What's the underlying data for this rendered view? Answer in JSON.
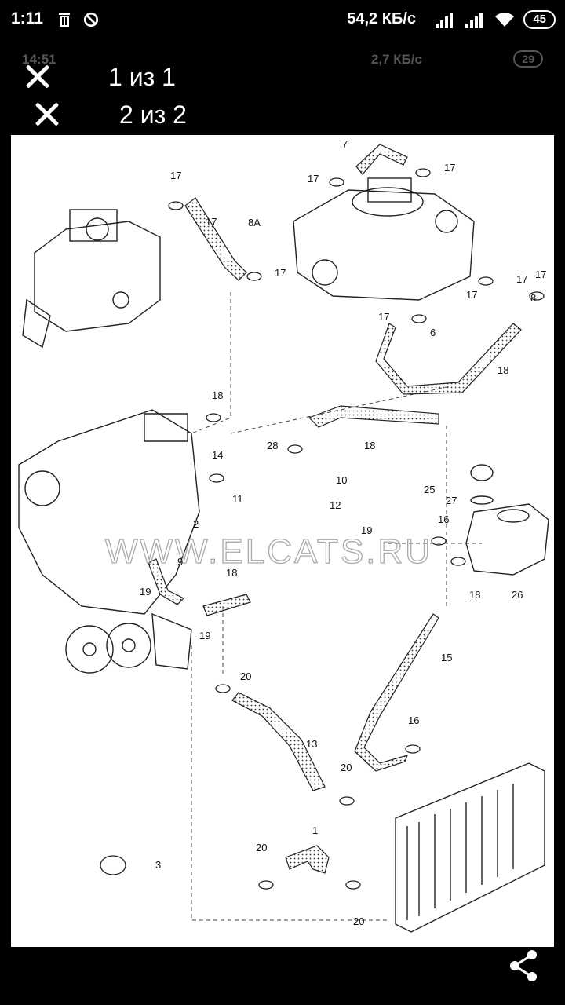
{
  "status_bar": {
    "time": "1:11",
    "net_speed": "54,2 КБ/с",
    "battery": "45",
    "icons": [
      "trash-icon",
      "blocked-icon",
      "signal-icon",
      "signal-icon",
      "wifi-icon",
      "battery-icon"
    ]
  },
  "screenshot_ghost": {
    "time": "14:51",
    "net_speed": "2,7 КБ/с",
    "battery": "29"
  },
  "viewer": {
    "counter_primary": "1 из 1",
    "counter_secondary": "2 из 2"
  },
  "diagram": {
    "watermark": "WWW.ELCATS.RU",
    "part_labels": [
      "17",
      "17",
      "8A",
      "17",
      "7",
      "17",
      "17",
      "17",
      "17",
      "17",
      "17",
      "8",
      "6",
      "18",
      "18",
      "14",
      "18",
      "28",
      "11",
      "10",
      "12",
      "19",
      "2",
      "9",
      "18",
      "25",
      "27",
      "16",
      "26",
      "18",
      "19",
      "19",
      "15",
      "20",
      "13",
      "16",
      "20",
      "1",
      "20",
      "3",
      "20"
    ]
  },
  "actions": {
    "share_icon": "share-icon"
  }
}
